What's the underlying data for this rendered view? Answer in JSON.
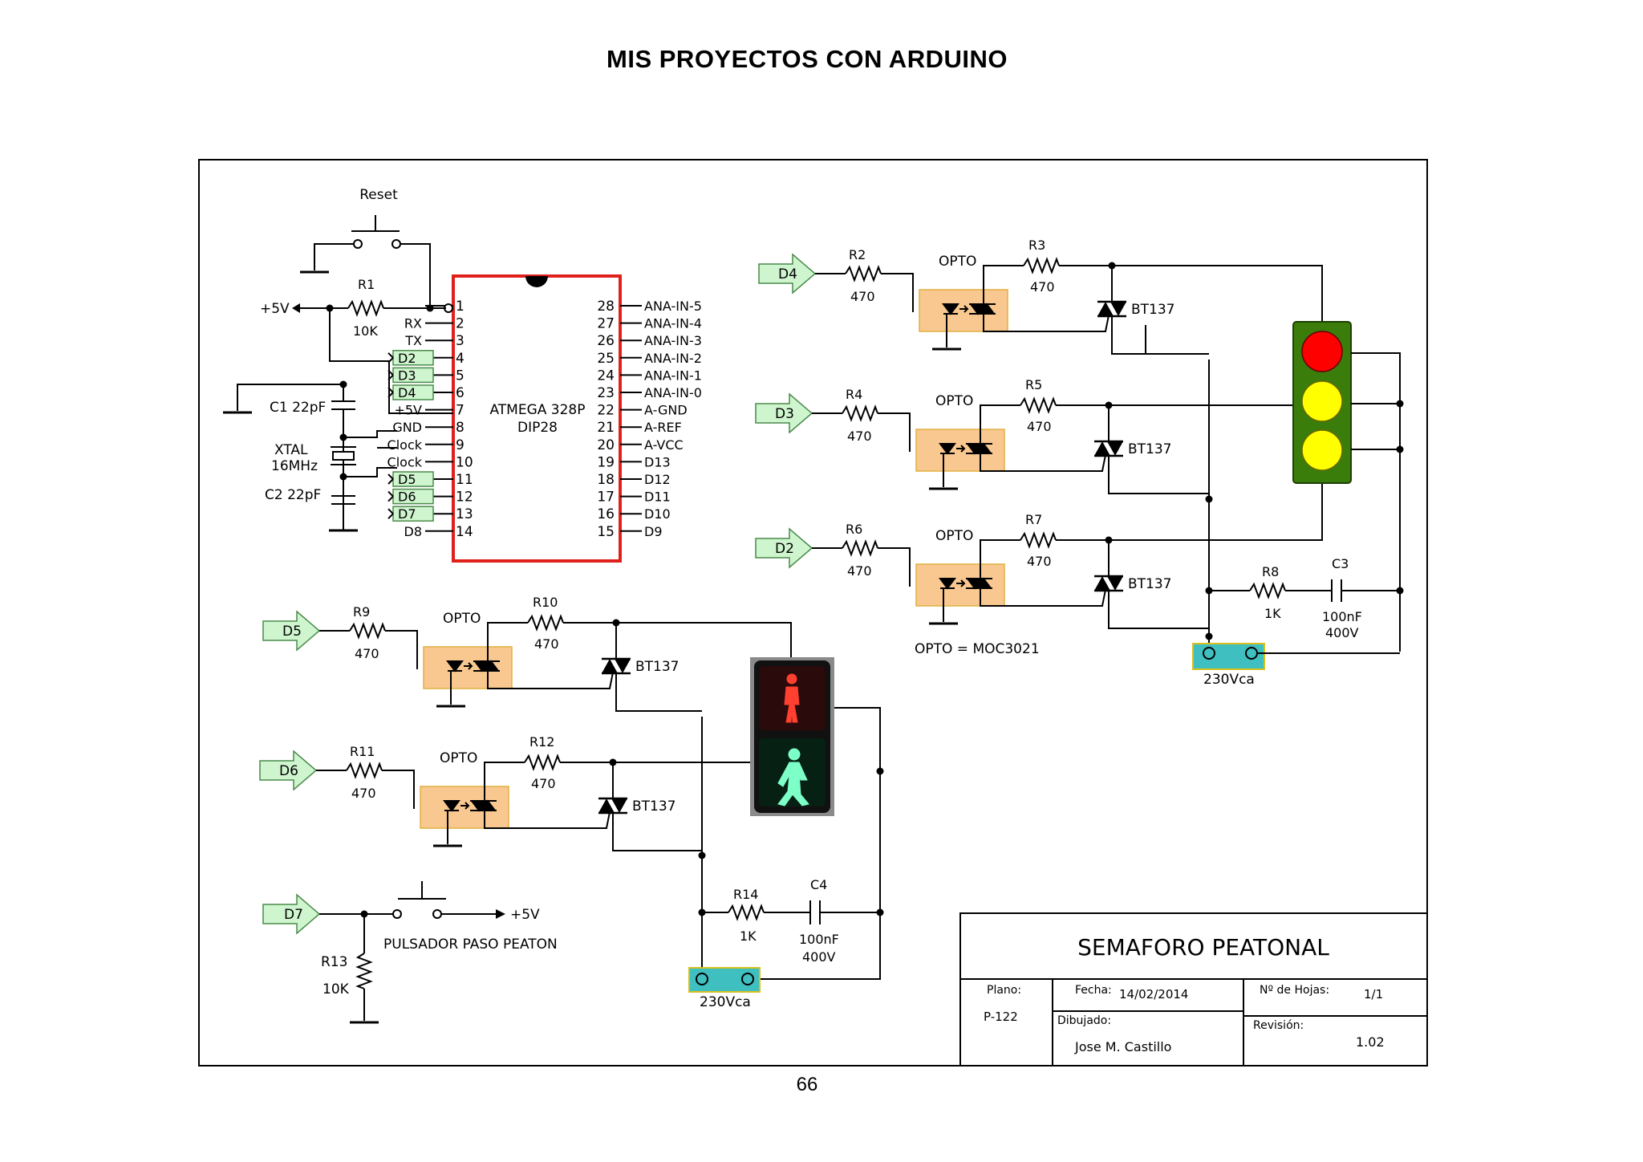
{
  "document": {
    "header": "MIS PROYECTOS CON ARDUINO",
    "page_number": "66"
  },
  "title_block": {
    "title": "SEMAFORO PEATONAL",
    "plano_label": "Plano:",
    "plano_value": "P-122",
    "fecha_label": "Fecha:",
    "fecha_value": "14/02/2014",
    "hojas_label": "Nº de Hojas:",
    "hojas_value": "1/1",
    "dibujado_label": "Dibujado:",
    "dibujado_value": "Jose M. Castillo",
    "revision_label": "Revisión:",
    "revision_value": "1.02"
  },
  "mcu": {
    "name": "ATMEGA 328P",
    "package": "DIP28",
    "left_pins": [
      "1",
      "2",
      "3",
      "4",
      "5",
      "6",
      "7",
      "8",
      "9",
      "10",
      "11",
      "12",
      "13",
      "14"
    ],
    "right_pins": [
      "28",
      "27",
      "26",
      "25",
      "24",
      "23",
      "22",
      "21",
      "20",
      "19",
      "18",
      "17",
      "16",
      "15"
    ],
    "left_labels": [
      "",
      "RX",
      "TX",
      "D2",
      "D3",
      "D4",
      "+5V",
      "GND",
      "Clock",
      "Clock",
      "D5",
      "D6",
      "D7",
      "D8"
    ],
    "right_labels": [
      "ANA-IN-5",
      "ANA-IN-4",
      "ANA-IN-3",
      "ANA-IN-2",
      "ANA-IN-1",
      "ANA-IN-0",
      "A-GND",
      "A-REF",
      "A-VCC",
      "D13",
      "D12",
      "D11",
      "D10",
      "D9"
    ]
  },
  "power": {
    "reset": "Reset",
    "r1": "R1",
    "r1_value": "10K",
    "vcc": "+5V",
    "c1": "C1 22pF",
    "c2": "C2 22pF",
    "xtal": "XTAL",
    "xtal_freq": "16MHz"
  },
  "channels": [
    {
      "input": "D4",
      "r_in": "R2",
      "r_in_val": "470",
      "opto": "OPTO",
      "r_out": "R3",
      "r_out_val": "470",
      "triac": "BT137"
    },
    {
      "input": "D3",
      "r_in": "R4",
      "r_in_val": "470",
      "opto": "OPTO",
      "r_out": "R5",
      "r_out_val": "470",
      "triac": "BT137"
    },
    {
      "input": "D2",
      "r_in": "R6",
      "r_in_val": "470",
      "opto": "OPTO",
      "r_out": "R7",
      "r_out_val": "470",
      "triac": "BT137"
    },
    {
      "input": "D5",
      "r_in": "R9",
      "r_in_val": "470",
      "opto": "OPTO",
      "r_out": "R10",
      "r_out_val": "470",
      "triac": "BT137"
    },
    {
      "input": "D6",
      "r_in": "R11",
      "r_in_val": "470",
      "opto": "OPTO",
      "r_out": "R12",
      "r_out_val": "470",
      "triac": "BT137"
    }
  ],
  "snubber_car": {
    "r": "R8",
    "r_val": "1K",
    "c": "C3",
    "c_val1": "100nF",
    "c_val2": "400V",
    "mains": "230Vca"
  },
  "snubber_ped": {
    "r": "R14",
    "r_val": "1K",
    "c": "C4",
    "c_val1": "100nF",
    "c_val2": "400V",
    "mains": "230Vca"
  },
  "opto_note": "OPTO = MOC3021",
  "button": {
    "input": "D7",
    "vcc": "+5V",
    "label": "PULSADOR  PASO PEATON",
    "r": "R13",
    "r_val": "10K"
  },
  "colors": {
    "mcu_outline": "#e0211b",
    "opto_fill": "#f9c890",
    "label_fill": "#cff5cf",
    "mains_fill": "#3fbfc0",
    "light_housing": "#3b7d0b",
    "red": "#ff0000",
    "yellow": "#ffff00"
  }
}
